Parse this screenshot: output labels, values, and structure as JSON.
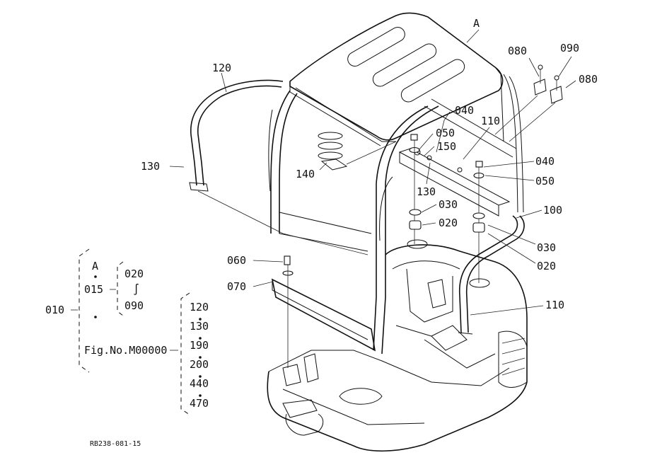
{
  "labels": {
    "A": "A",
    "p080a": "080",
    "p090": "090",
    "p080b": "080",
    "p120": "120",
    "p040a": "040",
    "p110a": "110",
    "p050a": "050",
    "p150": "150",
    "p040b": "040",
    "p130a": "130",
    "p140": "140",
    "p130b": "130",
    "p050b": "050",
    "p030a": "030",
    "p100": "100",
    "p020a": "020",
    "p030b": "030",
    "p020b": "020",
    "p060": "060",
    "p070": "070",
    "p110b": "110"
  },
  "legend": {
    "root": "010",
    "groupA_head": "A",
    "groupA_item": "015",
    "range_from": "020",
    "range_sep": "∫",
    "range_to": "090",
    "fig_ref": "Fig.No.M00000",
    "list": [
      "120",
      "130",
      "190",
      "200",
      "440",
      "470"
    ]
  },
  "drawing_code": "RB238-081-15"
}
